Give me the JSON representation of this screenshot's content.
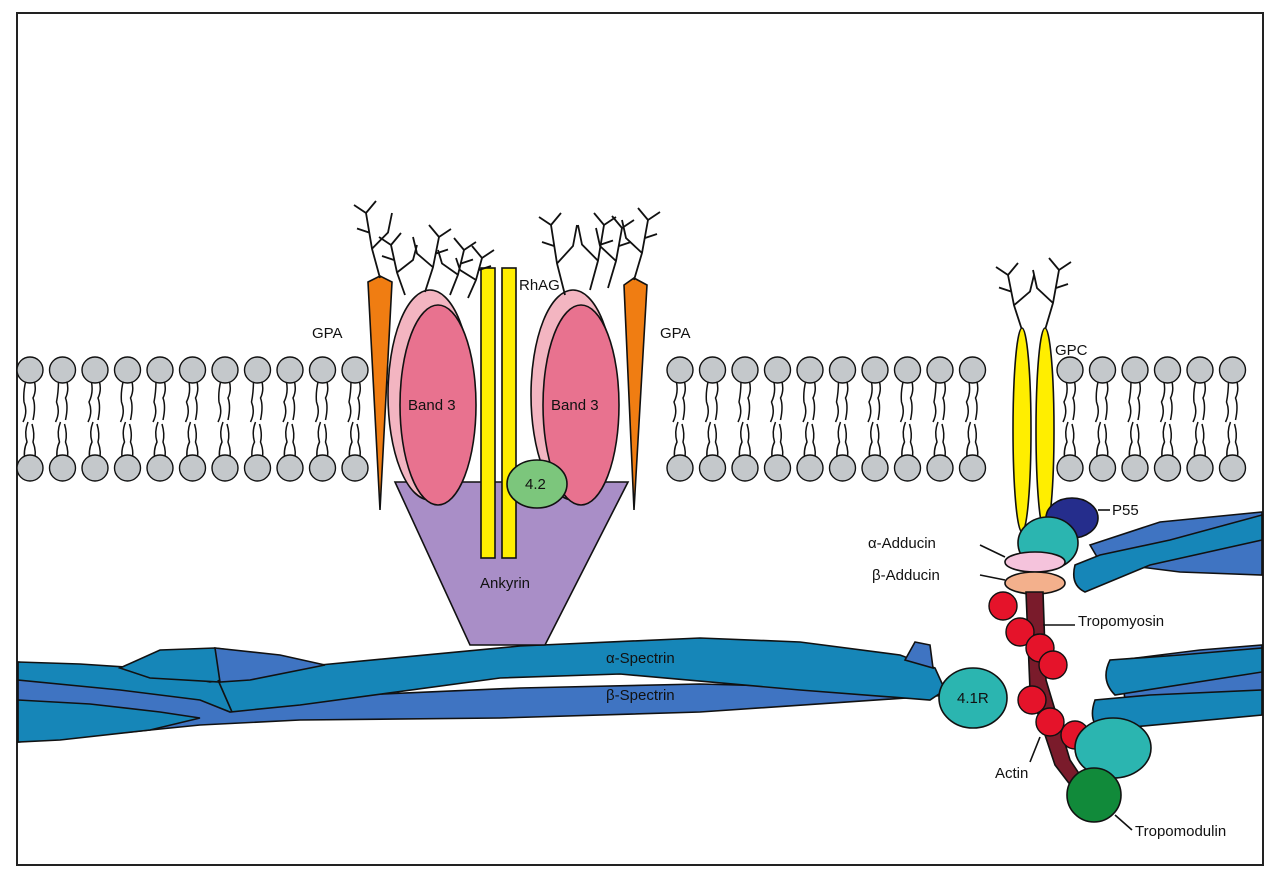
{
  "title": "Red blood cell membrane cytoskeleton",
  "colors": {
    "lipid_head": "#c4c8cb",
    "gpa": "#f07d12",
    "band3_outer": "#f3b5c1",
    "band3_inner": "#e8728f",
    "rhag": "#ffee00",
    "protein42": "#7cc67c",
    "ankyrin": "#a98ec7",
    "alpha_spectrin": "#1686b8",
    "beta_spectrin": "#3f74c2",
    "protein41r": "#2bb5b0",
    "p55": "#252d8c",
    "alpha_adducin": "#f5c3dc",
    "beta_adducin": "#f3b08c",
    "actin": "#e5132a",
    "tropomyosin": "#7a1b2b",
    "tropomodulin": "#118a3a",
    "gpc": "#ffee00"
  },
  "labels": {
    "gpa_left": "GPA",
    "gpa_right": "GPA",
    "band3_left": "Band 3",
    "band3_right": "Band 3",
    "rhag": "RhAG",
    "protein42": "4.2",
    "ankyrin": "Ankyrin",
    "alpha_spectrin": "α-Spectrin",
    "beta_spectrin": "β-Spectrin",
    "protein41r": "4.1R",
    "gpc": "GPC",
    "p55": "P55",
    "alpha_adducin": "α-Adducin",
    "beta_adducin": "β-Adducin",
    "tropomyosin": "Tropomyosin",
    "actin": "Actin",
    "tropomodulin": "Tropomodulin"
  }
}
